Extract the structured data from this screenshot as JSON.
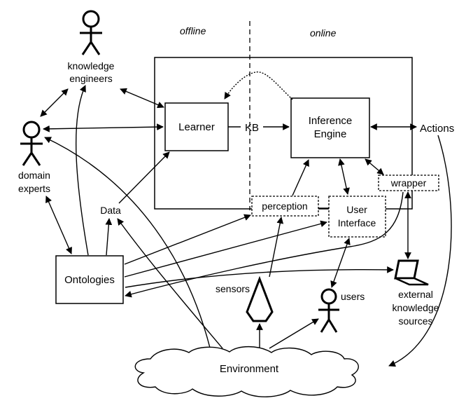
{
  "labels": {
    "offline": "offline",
    "online": "online",
    "knowledge_engineers": [
      "knowledge",
      "engineers"
    ],
    "domain_experts": [
      "domain",
      "experts"
    ],
    "learner": "Learner",
    "kb": "KB",
    "inference_engine": [
      "Inference",
      "Engine"
    ],
    "actions": "Actions",
    "wrapper": "wrapper",
    "data": "Data",
    "perception": "perception",
    "user_interface": [
      "User",
      "Interface"
    ],
    "ontologies": "Ontologies",
    "sensors": "sensors",
    "users": "users",
    "external_sources": [
      "external",
      "knowledge",
      "sources"
    ],
    "environment": "Environment"
  }
}
